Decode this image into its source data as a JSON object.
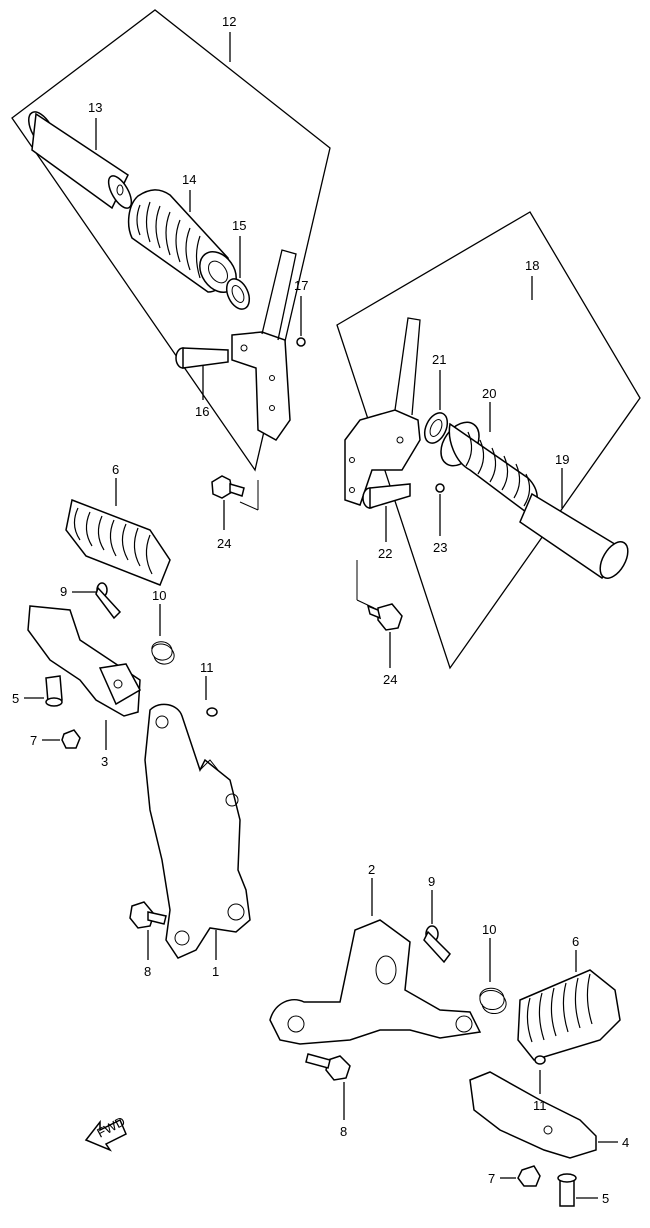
{
  "callouts": {
    "c12": "12",
    "c13": "13",
    "c14": "14",
    "c15": "15",
    "c16": "16",
    "c17": "17",
    "c18": "18",
    "c19": "19",
    "c20": "20",
    "c21": "21",
    "c22": "22",
    "c23": "23",
    "c24a": "24",
    "c24b": "24",
    "c6a": "6",
    "c9a": "9",
    "c10a": "10",
    "c11a": "11",
    "c5a": "5",
    "c7a": "7",
    "c3": "3",
    "c8a": "8",
    "c1": "1",
    "c2": "2",
    "c9b": "9",
    "c10b": "10",
    "c6b": "6",
    "c11b": "11",
    "c4": "4",
    "c8b": "8",
    "c7b": "7",
    "c5b": "5"
  },
  "fwd_label": "FWD",
  "icons": [
    "forward-arrow-icon"
  ]
}
